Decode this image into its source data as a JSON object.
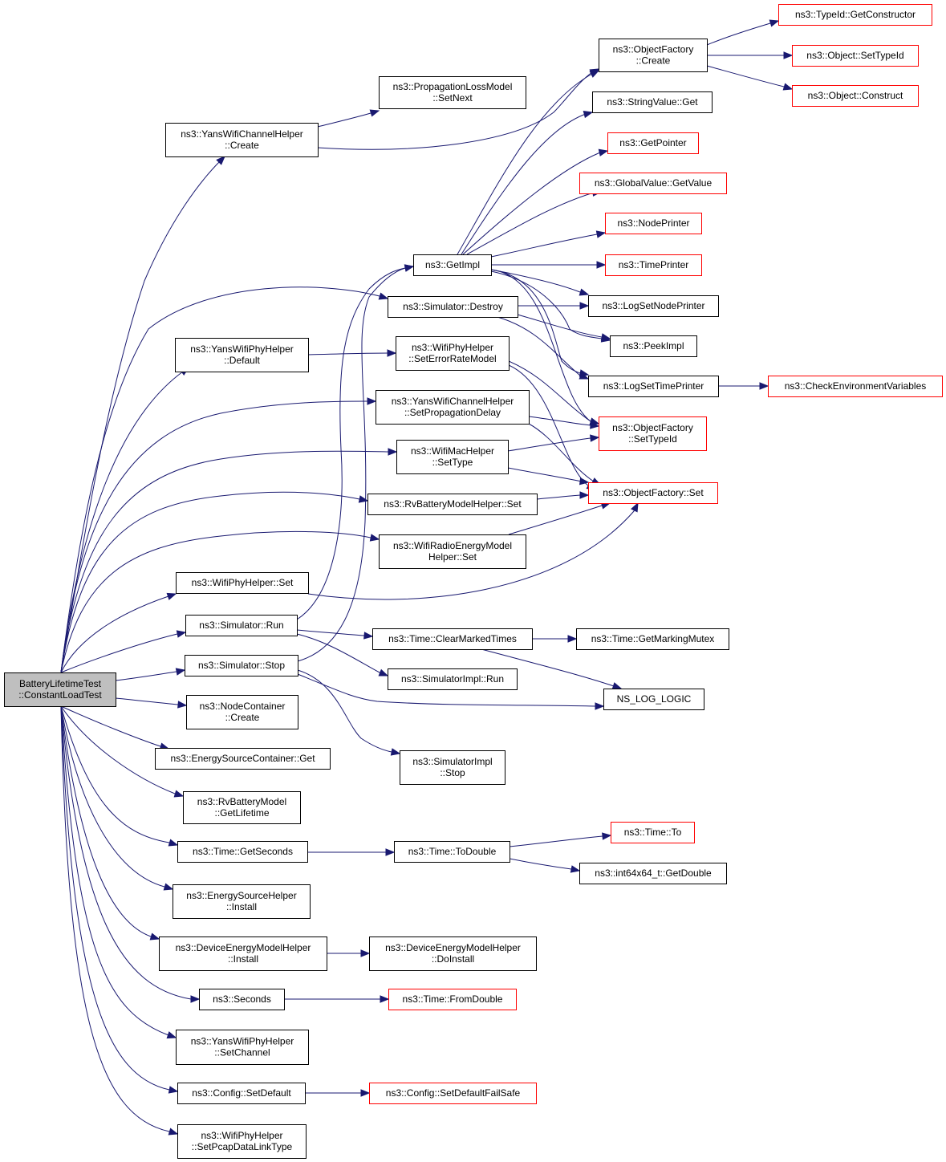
{
  "colors": {
    "edge": "#191970",
    "node_fill": "#ffffff",
    "node_border": "#000000",
    "node_border_truncated": "#ff0000",
    "root_fill": "#bfbfbf"
  },
  "root": {
    "id": "root",
    "lines": [
      "BatteryLifetimeTest",
      "::ConstantLoadTest"
    ]
  },
  "nodes": [
    {
      "id": "yanschancreate",
      "lines": [
        "ns3::YansWifiChannelHelper",
        "::Create"
      ],
      "truncated": false
    },
    {
      "id": "propsetnext",
      "lines": [
        "ns3::PropagationLossModel",
        "::SetNext"
      ],
      "truncated": false
    },
    {
      "id": "ofcreate",
      "lines": [
        "ns3::ObjectFactory",
        "::Create"
      ],
      "truncated": false
    },
    {
      "id": "typeidgetctor",
      "lines": [
        "ns3::TypeId::GetConstructor"
      ],
      "truncated": true
    },
    {
      "id": "objsettypeid",
      "lines": [
        "ns3::Object::SetTypeId"
      ],
      "truncated": true
    },
    {
      "id": "objconstruct",
      "lines": [
        "ns3::Object::Construct"
      ],
      "truncated": true
    },
    {
      "id": "strvalget",
      "lines": [
        "ns3::StringValue::Get"
      ],
      "truncated": false
    },
    {
      "id": "getpointer",
      "lines": [
        "ns3::GetPointer"
      ],
      "truncated": true
    },
    {
      "id": "gvgetvalue",
      "lines": [
        "ns3::GlobalValue::GetValue"
      ],
      "truncated": true
    },
    {
      "id": "nodeprinter",
      "lines": [
        "ns3::NodePrinter"
      ],
      "truncated": true
    },
    {
      "id": "getimpl",
      "lines": [
        "ns3::GetImpl"
      ],
      "truncated": false
    },
    {
      "id": "timeprinter",
      "lines": [
        "ns3::TimePrinter"
      ],
      "truncated": true
    },
    {
      "id": "simdestroy",
      "lines": [
        "ns3::Simulator::Destroy"
      ],
      "truncated": false
    },
    {
      "id": "logsetnodeprinter",
      "lines": [
        "ns3::LogSetNodePrinter"
      ],
      "truncated": false
    },
    {
      "id": "yansphydefault",
      "lines": [
        "ns3::YansWifiPhyHelper",
        "::Default"
      ],
      "truncated": false
    },
    {
      "id": "wifiphyseterm",
      "lines": [
        "ns3::WifiPhyHelper",
        "::SetErrorRateModel"
      ],
      "truncated": false
    },
    {
      "id": "peekimpl",
      "lines": [
        "ns3::PeekImpl"
      ],
      "truncated": false
    },
    {
      "id": "logsettimeprinter",
      "lines": [
        "ns3::LogSetTimePrinter"
      ],
      "truncated": false
    },
    {
      "id": "checkenv",
      "lines": [
        "ns3::CheckEnvironmentVariables"
      ],
      "truncated": true
    },
    {
      "id": "yanssetpropdelay",
      "lines": [
        "ns3::YansWifiChannelHelper",
        "::SetPropagationDelay"
      ],
      "truncated": false
    },
    {
      "id": "ofsettypeid",
      "lines": [
        "ns3::ObjectFactory",
        "::SetTypeId"
      ],
      "truncated": true
    },
    {
      "id": "wifimacsettype",
      "lines": [
        "ns3::WifiMacHelper",
        "::SetType"
      ],
      "truncated": false
    },
    {
      "id": "ofset",
      "lines": [
        "ns3::ObjectFactory::Set"
      ],
      "truncated": true
    },
    {
      "id": "rvbattset",
      "lines": [
        "ns3::RvBatteryModelHelper::Set"
      ],
      "truncated": false
    },
    {
      "id": "wifiradioset",
      "lines": [
        "ns3::WifiRadioEnergyModel",
        "Helper::Set"
      ],
      "truncated": false
    },
    {
      "id": "wifiphyset",
      "lines": [
        "ns3::WifiPhyHelper::Set"
      ],
      "truncated": false
    },
    {
      "id": "simrun",
      "lines": [
        "ns3::Simulator::Run"
      ],
      "truncated": false
    },
    {
      "id": "clearmarked",
      "lines": [
        "ns3::Time::ClearMarkedTimes"
      ],
      "truncated": false
    },
    {
      "id": "getmarkingmutex",
      "lines": [
        "ns3::Time::GetMarkingMutex"
      ],
      "truncated": false
    },
    {
      "id": "simstop",
      "lines": [
        "ns3::Simulator::Stop"
      ],
      "truncated": false
    },
    {
      "id": "simimplrun",
      "lines": [
        "ns3::SimulatorImpl::Run"
      ],
      "truncated": false
    },
    {
      "id": "nslog",
      "lines": [
        "NS_LOG_LOGIC"
      ],
      "truncated": false
    },
    {
      "id": "nodecontcreate",
      "lines": [
        "ns3::NodeContainer",
        "::Create"
      ],
      "truncated": false
    },
    {
      "id": "escontget",
      "lines": [
        "ns3::EnergySourceContainer::Get"
      ],
      "truncated": false
    },
    {
      "id": "simimplstop",
      "lines": [
        "ns3::SimulatorImpl",
        "::Stop"
      ],
      "truncated": false
    },
    {
      "id": "rvgetlifetime",
      "lines": [
        "ns3::RvBatteryModel",
        "::GetLifetime"
      ],
      "truncated": false
    },
    {
      "id": "timegetsec",
      "lines": [
        "ns3::Time::GetSeconds"
      ],
      "truncated": false
    },
    {
      "id": "timetodouble",
      "lines": [
        "ns3::Time::ToDouble"
      ],
      "truncated": false
    },
    {
      "id": "timeto",
      "lines": [
        "ns3::Time::To"
      ],
      "truncated": true
    },
    {
      "id": "int64getdouble",
      "lines": [
        "ns3::int64x64_t::GetDouble"
      ],
      "truncated": false
    },
    {
      "id": "eshelperinstall",
      "lines": [
        "ns3::EnergySourceHelper",
        "::Install"
      ],
      "truncated": false
    },
    {
      "id": "demhinstall",
      "lines": [
        "ns3::DeviceEnergyModelHelper",
        "::Install"
      ],
      "truncated": false
    },
    {
      "id": "demhdoinstall",
      "lines": [
        "ns3::DeviceEnergyModelHelper",
        "::DoInstall"
      ],
      "truncated": false
    },
    {
      "id": "seconds",
      "lines": [
        "ns3::Seconds"
      ],
      "truncated": false
    },
    {
      "id": "timefromdouble",
      "lines": [
        "ns3::Time::FromDouble"
      ],
      "truncated": true
    },
    {
      "id": "yansphysetchan",
      "lines": [
        "ns3::YansWifiPhyHelper",
        "::SetChannel"
      ],
      "truncated": false
    },
    {
      "id": "configsetdefault",
      "lines": [
        "ns3::Config::SetDefault"
      ],
      "truncated": false
    },
    {
      "id": "configsetdefaultfs",
      "lines": [
        "ns3::Config::SetDefaultFailSafe"
      ],
      "truncated": true
    },
    {
      "id": "wifiphysetpcap",
      "lines": [
        "ns3::WifiPhyHelper",
        "::SetPcapDataLinkType"
      ],
      "truncated": false
    }
  ]
}
